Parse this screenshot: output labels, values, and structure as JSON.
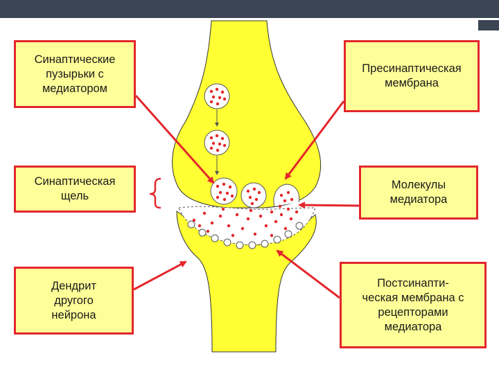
{
  "colors": {
    "header": "#3b4554",
    "neuron_fill": "#ffff33",
    "box_fill": "#ffff99",
    "box_border": "#e3262b",
    "arrow": "#e3262b",
    "mediator": "#e3262b"
  },
  "labels": {
    "synaptic_vesicles": "Синаптические\nпузырьки с\nмедиатором",
    "presynaptic_membrane": "Пресинаптическая\nмембрана",
    "synaptic_cleft": "Синаптическая\nщель",
    "mediator_molecules": "Молекулы\nмедиатора",
    "dendrite": "Дендрит\nдругого\nнейрона",
    "postsynaptic_membrane": "Постсинапти-\nческая мембрана с\nрецепторами\nмедиатора"
  }
}
